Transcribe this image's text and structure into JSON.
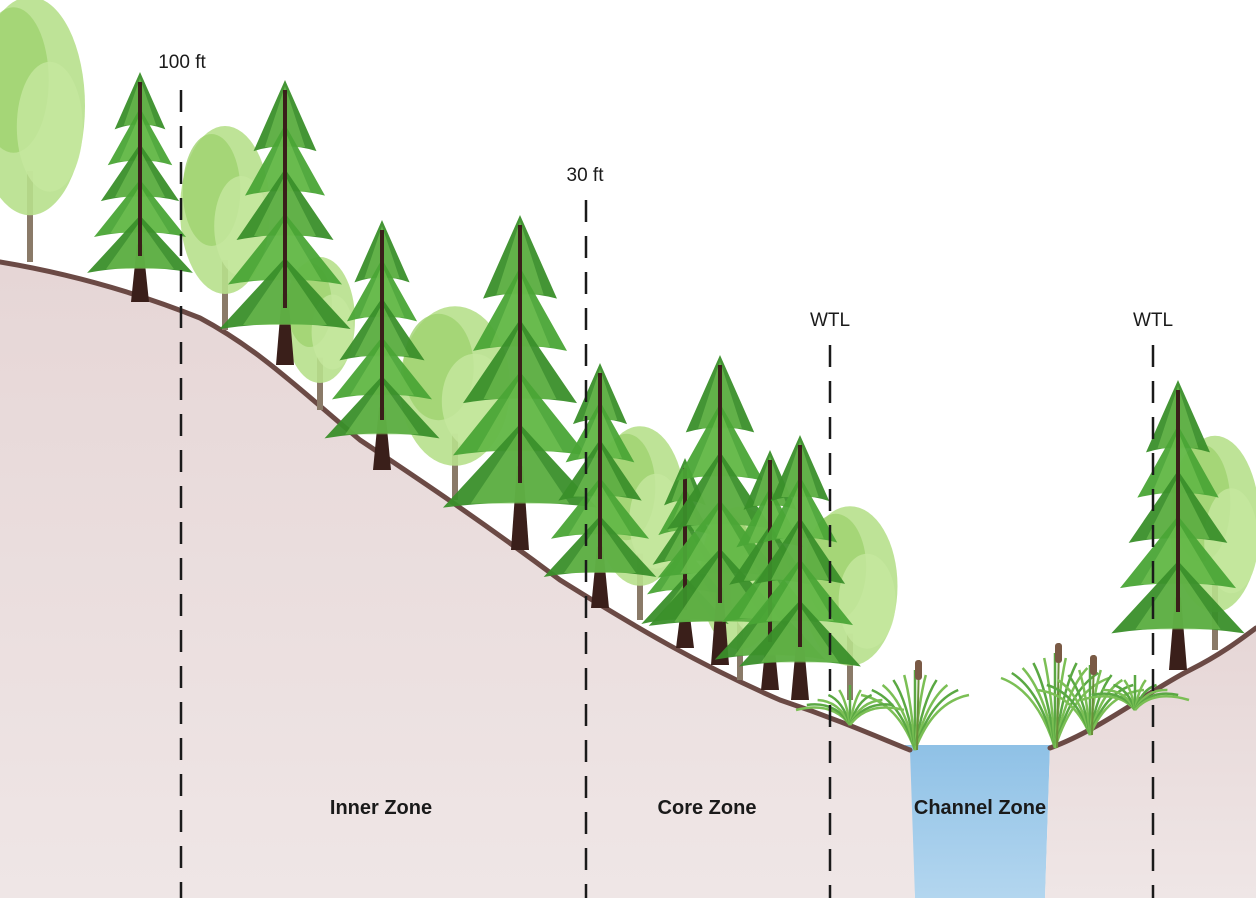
{
  "diagram": {
    "boundary_lines": [
      {
        "id": "line-100ft",
        "label": "100 ft"
      },
      {
        "id": "line-30ft",
        "label": "30 ft"
      },
      {
        "id": "line-wtl-left",
        "label": "WTL"
      },
      {
        "id": "line-wtl-right",
        "label": "WTL"
      }
    ],
    "zones": [
      {
        "id": "inner-zone",
        "label": "Inner Zone"
      },
      {
        "id": "core-zone",
        "label": "Core Zone"
      },
      {
        "id": "channel-zone",
        "label": "Channel Zone"
      }
    ],
    "colors": {
      "soil": "#e9dcdc",
      "soil_edge": "#6b4a45",
      "water": "#9cc7e6",
      "conifer": "#3f9a2e",
      "deciduous": "#a8d878",
      "trunk": "#3a1f1a",
      "line": "#1a1a1a"
    }
  }
}
